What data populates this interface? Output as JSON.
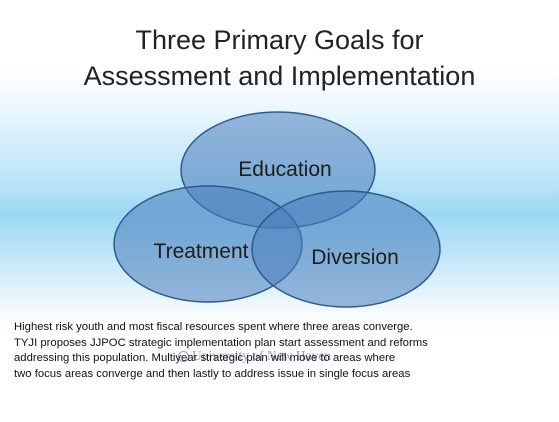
{
  "slide": {
    "title_lines": [
      "Three Primary Goals for",
      "Assessment and Implementation"
    ],
    "diagram": {
      "type": "venn",
      "circles": [
        {
          "label": "Education"
        },
        {
          "label": "Treatment"
        },
        {
          "label": "Diversion"
        }
      ],
      "fill_color": "#4a7ebb",
      "stroke_color": "#2e5a8c"
    },
    "body_lines": [
      "Highest risk youth and most fiscal resources spent where three areas converge.",
      "TYJI proposes JJPOC strategic implementation plan start assessment and reforms",
      "addressing this population.  Multiyear strategic plan will move to areas where",
      "two focus areas converge and then lastly to address issue in single focus areas"
    ],
    "watermark": "University of New Haven"
  }
}
